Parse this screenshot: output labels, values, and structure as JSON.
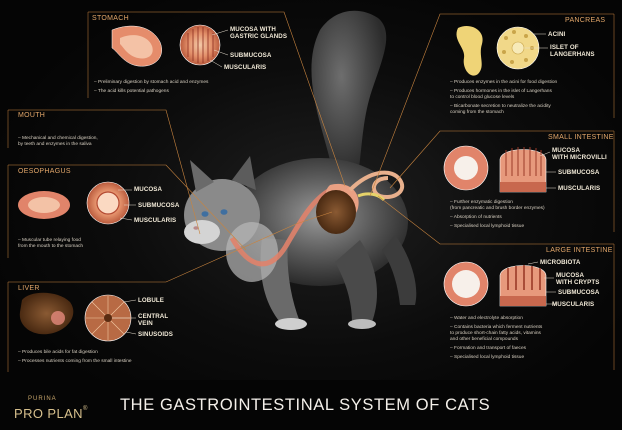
{
  "title": "THE GASTROINTESTINAL SYSTEM OF CATS",
  "brand": {
    "top": "PURINA",
    "name": "PRO PLAN",
    "mark": "®"
  },
  "accent": "#c8843f",
  "sections": {
    "stomach": {
      "heading": "STOMACH",
      "labels": [
        "MUCOSA WITH\nGASTRIC GLANDS",
        "SUBMUCOSA",
        "MUSCULARIS"
      ],
      "bullets": [
        "Preliminary digestion by stomach acid and enzymes",
        "The acid kills potential pathogens"
      ]
    },
    "mouth": {
      "heading": "MOUTH",
      "bullets": [
        "Mechanical and chemical digestion,\nby teeth and enzymes in the saliva"
      ]
    },
    "oesophagus": {
      "heading": "OESOPHAGUS",
      "labels": [
        "MUCOSA",
        "SUBMUCOSA",
        "MUSCULARIS"
      ],
      "bullets": [
        "Muscular tube relaying food\nfrom the mouth to the stomach"
      ]
    },
    "liver": {
      "heading": "LIVER",
      "labels": [
        "LOBULE",
        "CENTRAL\nVEIN",
        "SINUSOIDS"
      ],
      "bullets": [
        "Produces bile acids for fat digestion",
        "Processes nutrients coming from the small intestine"
      ]
    },
    "pancreas": {
      "heading": "PANCREAS",
      "labels": [
        "ACINI",
        "ISLET OF\nLANGERHANS"
      ],
      "bullets": [
        "Produces enzymes in the acini for food digestion",
        "Produces hormones in the islet of Langerhans\nto control blood glucose levels",
        "Bicarbonate secretion to neutralize the acidity\ncoming from the stomach"
      ]
    },
    "small_intestine": {
      "heading": "SMALL INTESTINE",
      "labels": [
        "MUCOSA\nWITH MICROVILLI",
        "SUBMUCOSA",
        "MUSCULARIS"
      ],
      "bullets": [
        "Further enzymatic digestion\n(from pancreatic and brush border enzymes)",
        "Absorption of nutrients",
        "Specialised local lymphoid tissue"
      ]
    },
    "large_intestine": {
      "heading": "LARGE INTESTINE",
      "labels": [
        "MICROBIOTA",
        "MUCOSA\nWITH CRYPTS",
        "SUBMUCOSA",
        "MUSCULARIS"
      ],
      "bullets": [
        "Water and electrolyte absorption",
        "Contains bacteria which ferment nutrients\nto produce short-chain fatty acids, vitamins\nand other beneficial compounds",
        "Formation and transport of faeces",
        "Specialised local lymphoid tissue"
      ]
    }
  }
}
